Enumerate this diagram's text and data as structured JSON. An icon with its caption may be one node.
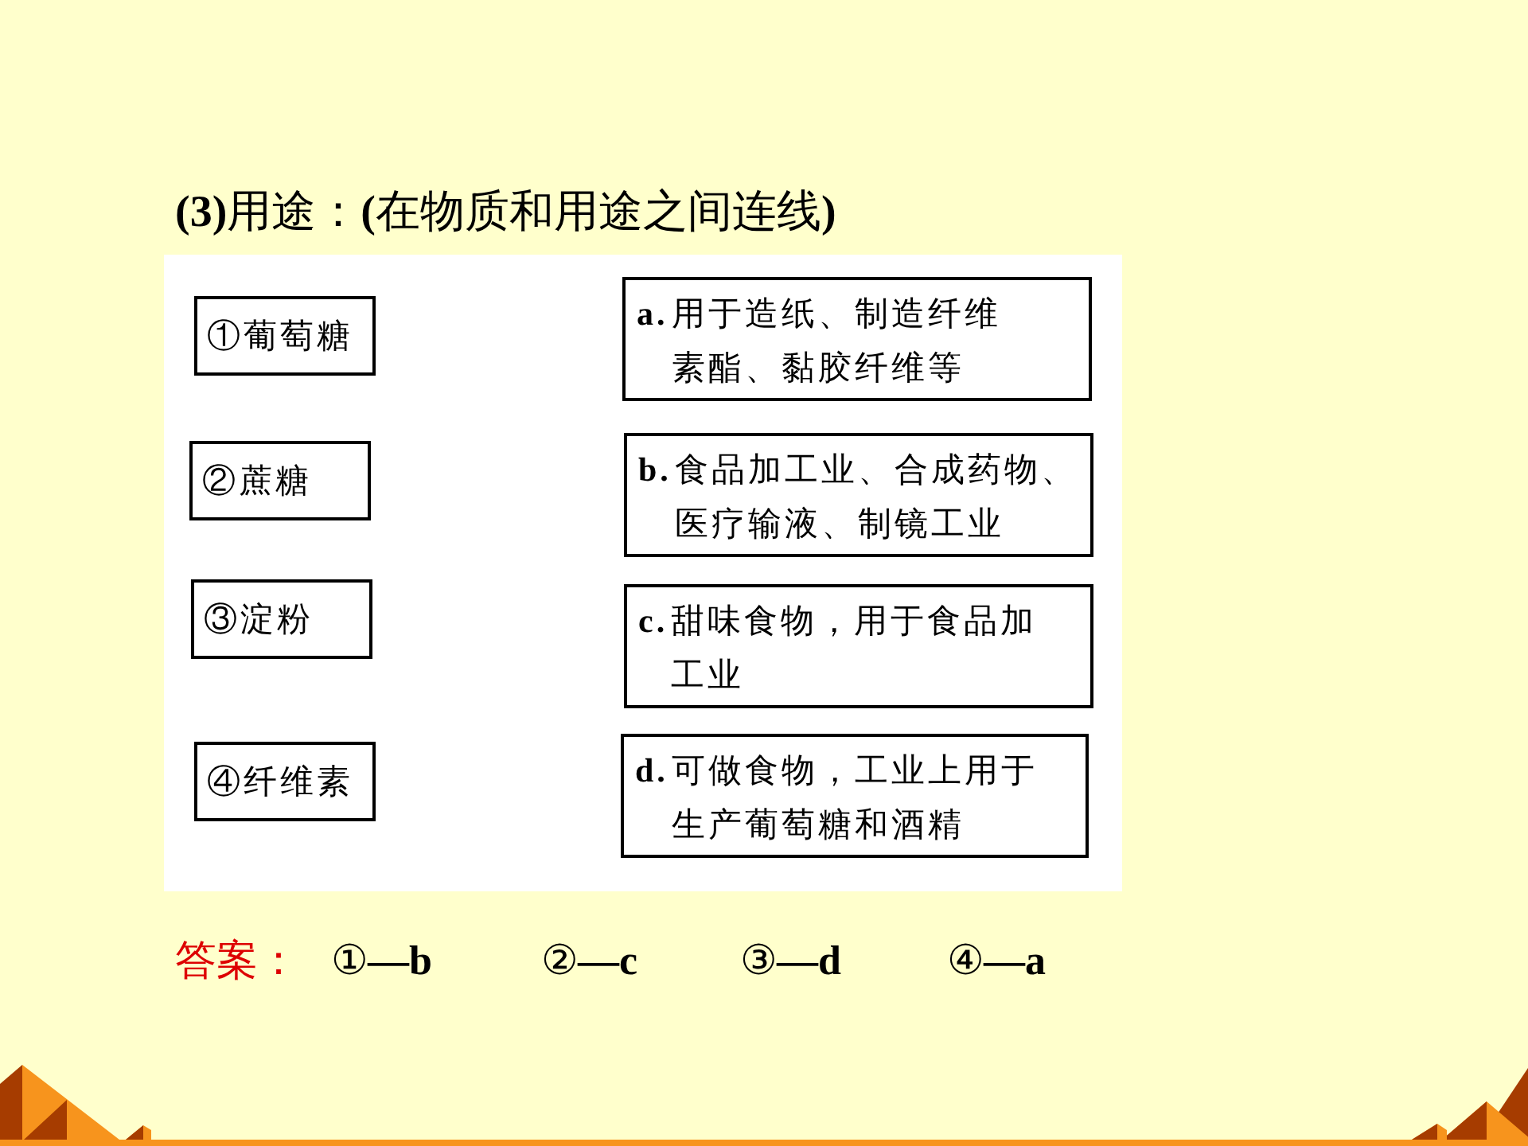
{
  "diagram": {
    "title": "**(3)**用途：**(**在物质和用途之间连线**)**",
    "nodes": [
      {
        "text": [
          "①葡萄糖"
        ]
      },
      {
        "text": [
          "a.",
          "用于造纸、制造纤维素酯、黏胶纤维等"
        ]
      },
      {
        "text": [
          "②蔗糖"
        ]
      },
      {
        "text": [
          "b.",
          "食品加工业、合成药物、医疗输液、制镜工业"
        ]
      },
      {
        "text": [
          "③淀粉"
        ]
      },
      {
        "text": [
          "c.",
          "甜味食物，用于食品加工业"
        ]
      },
      {
        "text": [
          "④纤维素"
        ]
      },
      {
        "text": [
          "d.",
          "可做食物，工业上用于生产葡萄糖和酒精"
        ]
      }
    ],
    "labels": [
      "答案：",
      "①**—b**",
      "②**—c**",
      "③**—d**",
      "④**—a**"
    ]
  }
}
